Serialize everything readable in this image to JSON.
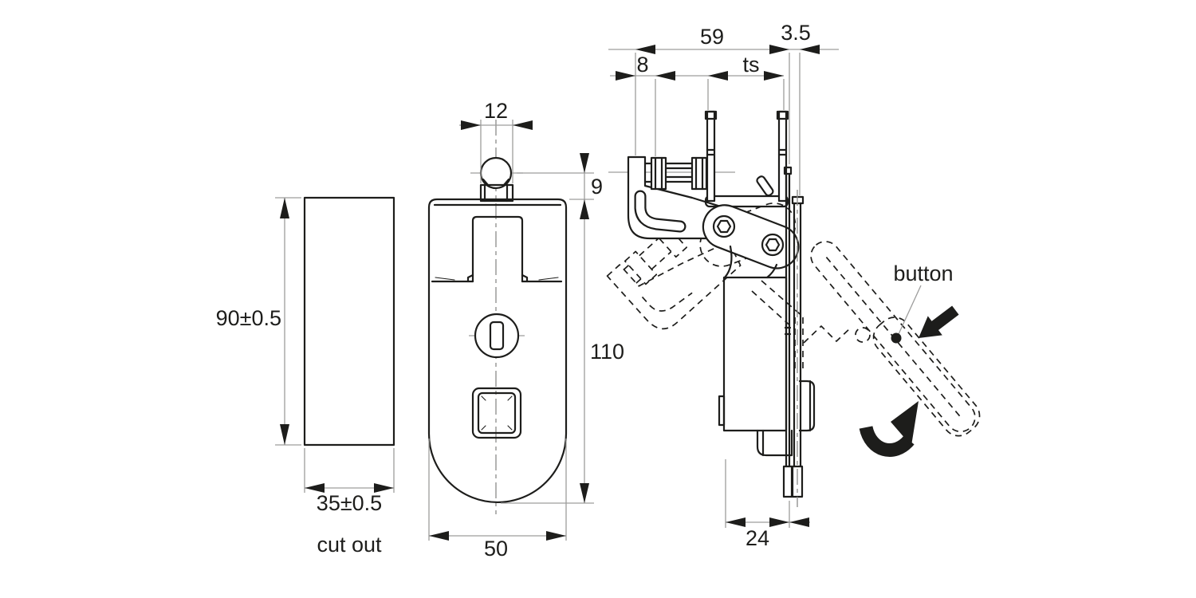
{
  "drawing": {
    "title": "compression latch technical drawing",
    "colors": {
      "line": "#1d1d1b",
      "dim_line": "#9d9d9c",
      "background": "#ffffff"
    },
    "views": {
      "cutout": {
        "caption": "cut out",
        "height_label": "90±0.5",
        "width_label": "35±0.5"
      },
      "front": {
        "knob_width": "12",
        "knob_offset": "9",
        "body_height": "110",
        "body_width": "50"
      },
      "side": {
        "grip_depth": "59",
        "panel_gap": "3.5",
        "hook_width": "8",
        "panel_thickness": "ts",
        "body_depth": "24",
        "button_label": "button"
      }
    }
  }
}
